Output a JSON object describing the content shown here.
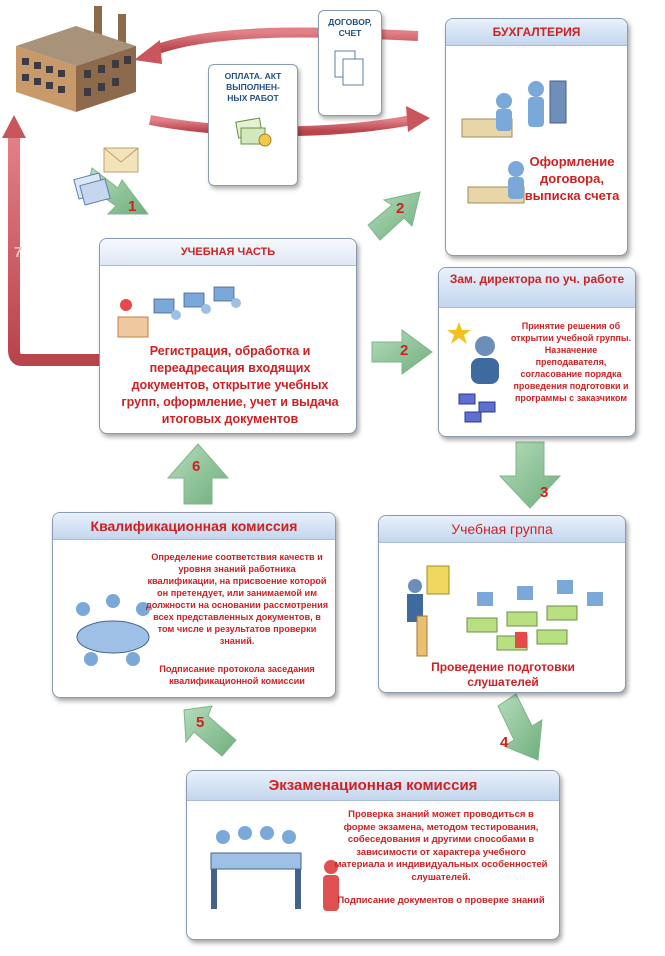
{
  "colors": {
    "accent_red": "#d21f1f",
    "arrow_red": "#c9565c",
    "arrow_green": "#8fc49a",
    "header_blue": "#1f4f8a"
  },
  "top_boxes": {
    "contract": "ДОГОВОР, СЧЕТ",
    "payment": "ОПЛАТА. АКТ ВЫПОЛНЕН-НЫХ РАБОТ"
  },
  "accounting": {
    "title": "БУХГАЛТЕРИЯ",
    "text": "Оформление договора, выписка счета"
  },
  "training": {
    "title": "УЧЕБНАЯ ЧАСТЬ",
    "text": "Регистрация,  обработка и переадресация входящих документов, открытие учебных групп, оформление, учет и выдача итоговых документов"
  },
  "deputy": {
    "title": "Зам. директора по уч. работе",
    "text": "Принятие решения об открытии учебной группы. Назначение преподавателя, согласование порядка проведения подготовки и программы с заказчиком"
  },
  "qualification": {
    "title": "Квалификационная комиссия",
    "text1": "Определение соответствия качеств и уровня знаний работника квалификации, на присвоение которой он претендует, или занимаемой им должности на основании рассмотрения всех представленных документов, в том числе и результатов проверки знаний.",
    "text2": "Подписание протокола заседания квалификационной комиссии"
  },
  "group": {
    "title": "Учебная группа",
    "text": "Проведение подготовки слушателей"
  },
  "exam": {
    "title": "Экзаменационная комиссия",
    "text": "Проверка знаний может проводиться в форме экзамена, методом тестирования, собеседования и другими способами в зависимости от характера учебного материала и индивидуальных особенностей слушателей.",
    "text2": "Подписание документов о проверке знаний"
  },
  "steps": {
    "s1": "1",
    "s2a": "2",
    "s2b": "2",
    "s3": "3",
    "s4": "4",
    "s5": "5",
    "s6": "6",
    "s7": "7"
  },
  "icons": [
    "factory-icon",
    "envelope-icon",
    "documents-icon",
    "money-icon",
    "office-workers-icon",
    "meeting-icon",
    "classroom-icon",
    "exam-committee-icon",
    "manager-icon"
  ]
}
